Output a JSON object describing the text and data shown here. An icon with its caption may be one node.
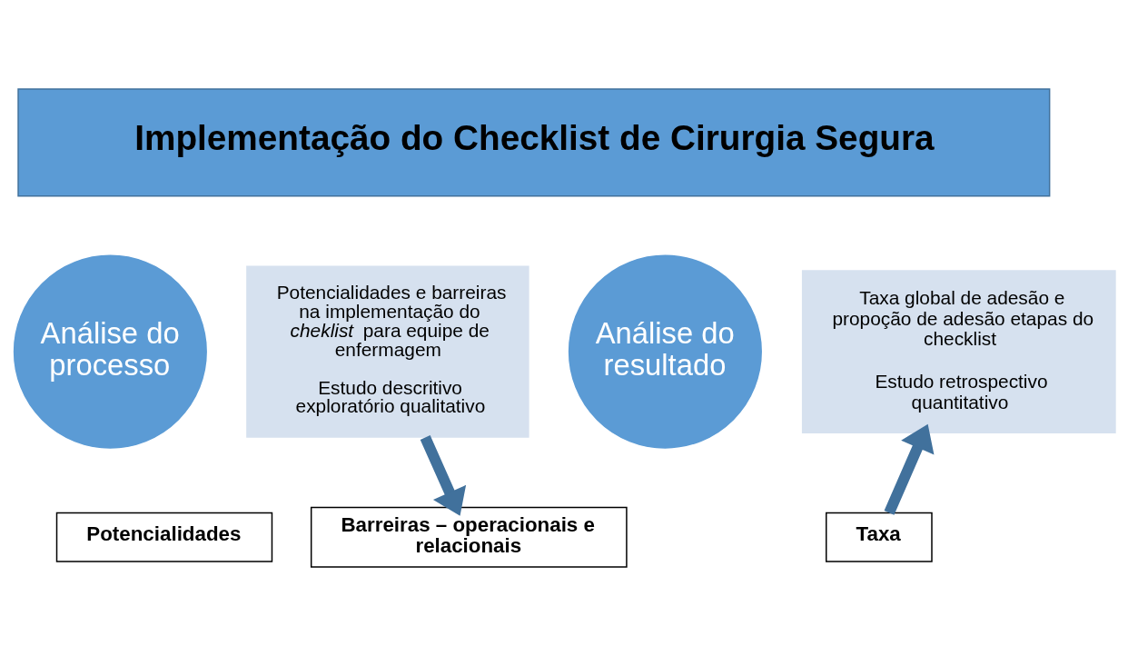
{
  "diagram": {
    "nodes": [
      {
        "text": [
          "Implementação do Checklist de Cirurgia Segura"
        ]
      },
      {
        "text": [
          "Análise do processo"
        ]
      },
      {
        "text": [
          "Potencialidades e barreiras na implementação do *cheklist* para equipe de enfermagem",
          "Estudo descritivo exploratório qualitativo"
        ]
      },
      {
        "text": [
          "Análise do resultado"
        ]
      },
      {
        "text": [
          "Taxa global de adesão e propoção de adesão etapas do checklist",
          "Estudo retrospectivo quantitativo"
        ]
      },
      {
        "text": [
          "Potencialidades"
        ]
      },
      {
        "text": [
          "Barreiras – operacionais e relacionais"
        ]
      },
      {
        "text": [
          "Taxa"
        ]
      }
    ],
    "edges": [
      {
        "from": 2,
        "to": 6,
        "arrow": "to"
      },
      {
        "from": 7,
        "to": 4,
        "arrow": "to"
      }
    ]
  }
}
